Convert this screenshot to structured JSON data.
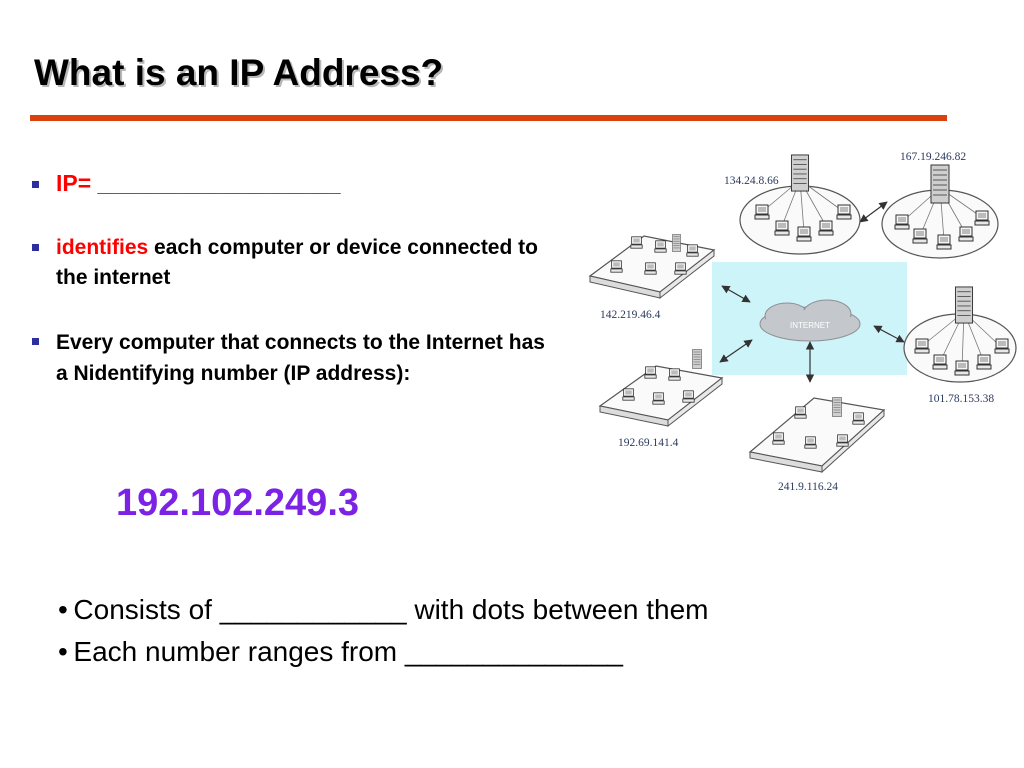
{
  "slide": {
    "title": "What is an IP Address?",
    "bullets": {
      "ip_label": "IP= ___________________",
      "identifies_highlight": "identifies",
      "identifies_rest": "each computer or device connected to the internet",
      "every_computer": "Every computer that connects to the Internet has a Nidentifying number (IP address):"
    },
    "example_ip": "192.102.249.3",
    "dot_bullets": [
      "Consists of ____________ with dots between them",
      "Each number ranges from ______________"
    ]
  },
  "diagram": {
    "cloud_label": "INTERNET",
    "networks": [
      "134.24.8.66",
      "167.19.246.82",
      "142.219.46.4",
      "101.78.153.38",
      "192.69.141.4",
      "241.9.116.24"
    ]
  },
  "colors": {
    "title_rule": "#d9420f",
    "bullet_square": "#2d2f9e",
    "highlight_red": "#ff0000",
    "example_ip": "#7b22e6",
    "internet_box": "#cdf4f8"
  }
}
